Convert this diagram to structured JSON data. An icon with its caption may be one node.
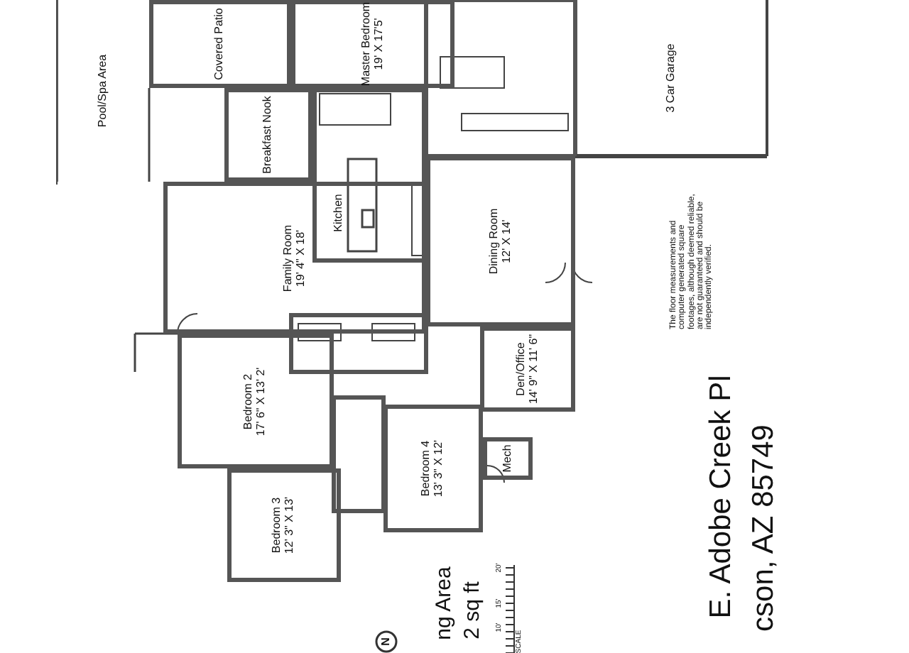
{
  "diagram": {
    "nodes": [
      {
        "text": [
          "Pool/Spa Area"
        ]
      },
      {
        "text": [
          "Covered Patio"
        ]
      },
      {
        "text": [
          "Master Bedroom",
          "19' X 17'5'"
        ]
      },
      {
        "text": [
          "3 Car Garage"
        ]
      },
      {
        "text": [
          "Breakfast Nook"
        ]
      },
      {
        "text": [
          "Kitchen"
        ]
      },
      {
        "text": [
          "Family Room",
          "19' 4\" X 18'"
        ]
      },
      {
        "text": [
          "Dining Room",
          "12' X 14'"
        ]
      },
      {
        "text": [
          "Den/Office",
          "14' 9\" X 11' 6\""
        ]
      },
      {
        "text": [
          "Bedroom 2",
          "17' 6\" X 13' 2'"
        ]
      },
      {
        "text": [
          "Bedroom 4",
          "13' 3\" X 12'"
        ]
      },
      {
        "text": [
          "Mech"
        ]
      },
      {
        "text": [
          "Bedroom 3",
          "12' 3\" X 13'"
        ]
      }
    ],
    "labels": [
      "The floor measurements and computer generated square footages, although deemed reliable, are not guaranteed and should be independently verified.",
      "E. Adobe Creek Pl",
      "cson, AZ 85749",
      "ng Area",
      "2 sq ft",
      "N",
      "10'",
      "15'",
      "20'",
      "SCALE"
    ]
  }
}
